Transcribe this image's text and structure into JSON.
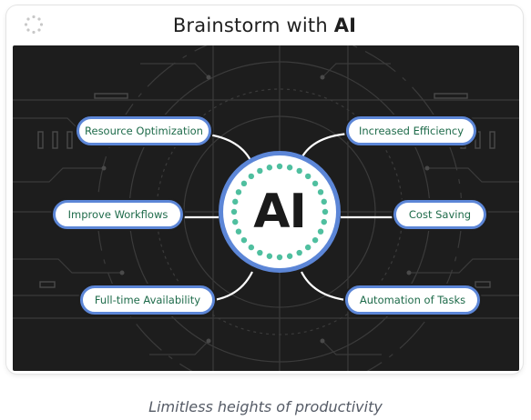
{
  "header": {
    "title_prefix": "Brainstorm with ",
    "title_bold": "AI",
    "icon": "loading-spinner-icon"
  },
  "diagram": {
    "hub_label": "AI",
    "nodes": [
      {
        "id": "resource-optimization",
        "label": "Resource Optimization"
      },
      {
        "id": "increased-efficiency",
        "label": "Increased Efficiency"
      },
      {
        "id": "improve-workflows",
        "label": "Improve Workflows"
      },
      {
        "id": "cost-saving",
        "label": "Cost Saving"
      },
      {
        "id": "full-time-availability",
        "label": "Full-time Availability"
      },
      {
        "id": "automation-of-tasks",
        "label": "Automation of Tasks"
      }
    ]
  },
  "caption": "Limitless heights of productivity",
  "colors": {
    "accent_border": "#5c86d7",
    "node_text": "#1e6b4a",
    "hub_dots": "#4fbf9f",
    "board_background": "#1d1d1d"
  }
}
